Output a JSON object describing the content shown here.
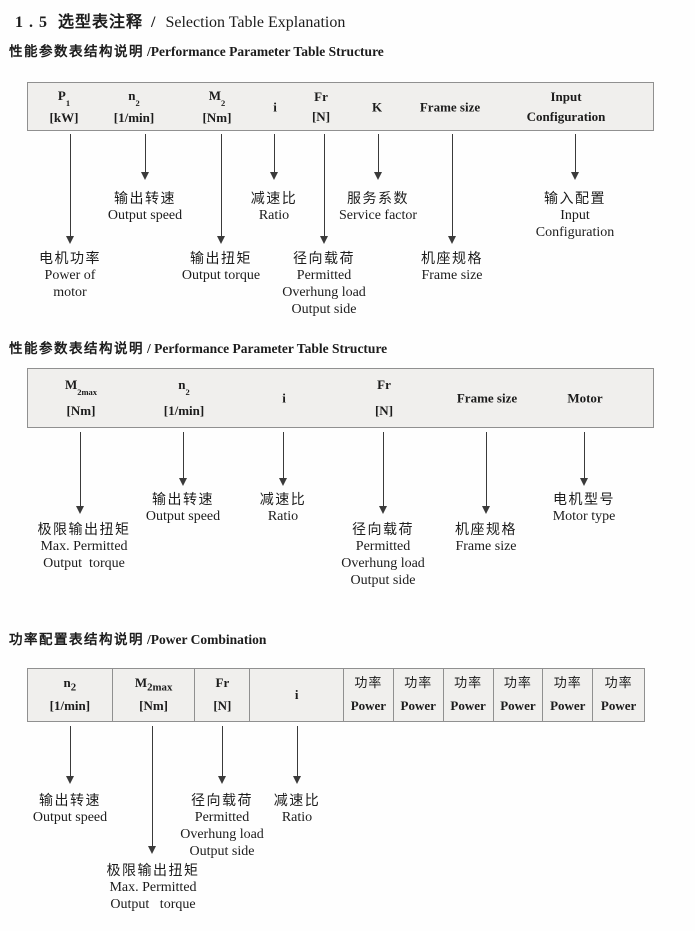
{
  "colors": {
    "table_bg": "#f0efed",
    "table_border": "#909090",
    "ink": "#1c1c1c"
  },
  "title": {
    "num": "1 . 5",
    "cjk": "选型表注释",
    "slash": "/",
    "en": "Selection Table Explanation"
  },
  "s1": {
    "heading_cjk": "性能参数表结构说明",
    "heading_en": "/Performance Parameter Table Structure",
    "cols": [
      {
        "l1": "P",
        "sub": "1",
        "l2": "[kW]"
      },
      {
        "l1": "n",
        "sub": "2",
        "l2": "[1/min]"
      },
      {
        "l1": "M",
        "sub": "2",
        "l2": "[Nm]"
      },
      {
        "l1": "i"
      },
      {
        "l1": "Fr",
        "l2": "[N]"
      },
      {
        "l1": "K"
      },
      {
        "l1": "Frame size"
      },
      {
        "l1": "Input",
        "l2": "Configuration"
      }
    ],
    "short": [
      {
        "cjk": "输出转速",
        "en1": "Output speed"
      },
      {
        "cjk": "减速比",
        "en1": "Ratio"
      },
      {
        "cjk": "服务系数",
        "en1": "Service factor"
      },
      {
        "cjk": "输入配置",
        "en1": "Input",
        "en2": "Configuration"
      }
    ],
    "long": [
      {
        "cjk": "电机功率",
        "en1": "Power of",
        "en2": "motor"
      },
      {
        "cjk": "输出扭矩",
        "en1": "Output torque"
      },
      {
        "cjk": "径向载荷",
        "en1": "Permitted",
        "en2": "Overhung load",
        "en3": "Output side"
      },
      {
        "cjk": "机座规格",
        "en1": "Frame size"
      }
    ]
  },
  "s2": {
    "heading_cjk": "性能参数表结构说明",
    "heading_en": "/ Performance Parameter Table Structure",
    "cols": [
      {
        "l1": "M",
        "sub": "2max",
        "l2": "[Nm]"
      },
      {
        "l1": "n",
        "sub": "2",
        "l2": "[1/min]"
      },
      {
        "l1": "i"
      },
      {
        "l1": "Fr",
        "l2": "[N]"
      },
      {
        "l1": "Frame size"
      },
      {
        "l1": "Motor"
      }
    ],
    "short": [
      {
        "cjk": "输出转速",
        "en1": "Output speed"
      },
      {
        "cjk": "减速比",
        "en1": "Ratio"
      },
      {
        "cjk": "电机型号",
        "en1": "Motor type"
      }
    ],
    "long": [
      {
        "cjk": "极限输出扭矩",
        "en1": "Max. Permitted",
        "en2": "Output  torque"
      },
      {
        "cjk": "径向载荷",
        "en1": "Permitted",
        "en2": "Overhung load",
        "en3": "Output side"
      },
      {
        "cjk": "机座规格",
        "en1": "Frame size"
      }
    ]
  },
  "s3": {
    "heading_cjk": "功率配置表结构说明",
    "heading_en": "/Power Combination",
    "cols": [
      {
        "l1": "n",
        "sub": "2",
        "l2": "[1/min]"
      },
      {
        "l1": "M",
        "sub": "2max",
        "l2": "[Nm]"
      },
      {
        "l1": "Fr",
        "l2": "[N]"
      },
      {
        "l1": "i"
      }
    ],
    "power": {
      "cjk": "功率",
      "en": "Power"
    },
    "short": [
      {
        "cjk": "输出转速",
        "en1": "Output speed"
      },
      {
        "cjk": "径向载荷",
        "en1": "Permitted",
        "en2": "Overhung load",
        "en3": "Output side"
      },
      {
        "cjk": "减速比",
        "en1": "Ratio"
      }
    ],
    "long": [
      {
        "cjk": "极限输出扭矩",
        "en1": "Max. Permitted",
        "en2": "Output   torque"
      }
    ]
  }
}
